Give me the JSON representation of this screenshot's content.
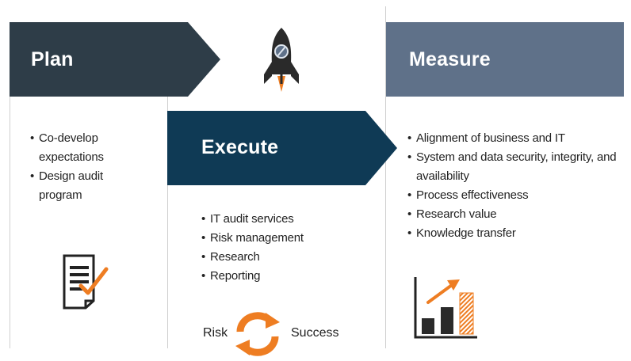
{
  "plan": {
    "title": "Plan",
    "items": [
      "Co-develop expectations",
      "Design audit program"
    ],
    "icon": "document-check-icon"
  },
  "execute": {
    "title": "Execute",
    "items": [
      "IT audit services",
      "Risk management",
      "Research",
      "Reporting"
    ],
    "icon": "rocket-icon",
    "cycle": {
      "left_label": "Risk",
      "right_label": "Success",
      "icon": "cycle-arrows-icon"
    }
  },
  "measure": {
    "title": "Measure",
    "items": [
      "Alignment of business and IT",
      "System and data security, integrity, and availability",
      "Process effectiveness",
      "Research value",
      "Knowledge transfer"
    ],
    "icon": "growth-bar-chart-icon"
  },
  "colors": {
    "plan": "#2e3d48",
    "execute": "#0f3a55",
    "measure": "#5f7189",
    "accent": "#ee7d22",
    "line": "#cfcfcf"
  }
}
